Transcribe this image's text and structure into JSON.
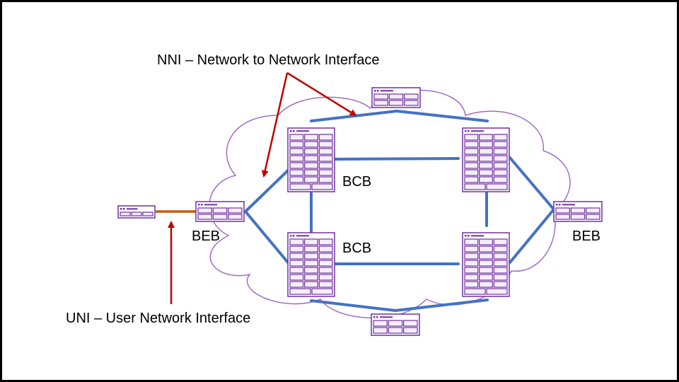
{
  "labels": {
    "nni": "NNI – Network to Network Interface",
    "uni": "UNI – User Network Interface",
    "bcb_top": "BCB",
    "bcb_bottom": "BCB",
    "beb_left": "BEB",
    "beb_right": "BEB"
  },
  "colors": {
    "link": "#4472c4",
    "device": "#7030a0",
    "device_fill": "#f4eef9",
    "cloud": "#a26cc6",
    "nni_arrow": "#c00000",
    "uni_arrow": "#c00000",
    "uni_link": "#c55a11",
    "border": "#000000"
  }
}
